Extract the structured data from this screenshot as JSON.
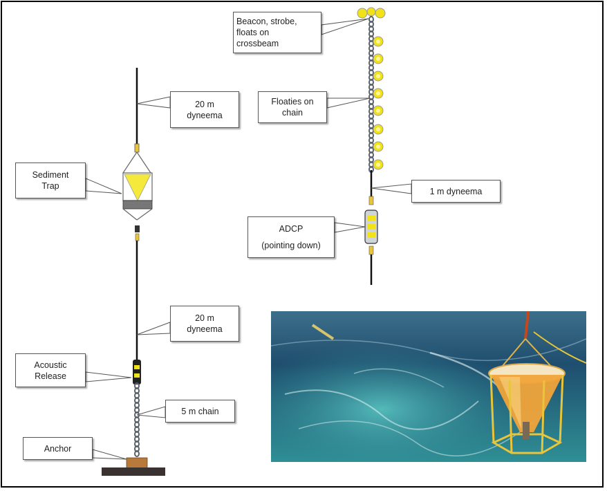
{
  "labels": {
    "beacon": "Beacon, strobe,\nfloats on\ncrossbeam",
    "floaties": "Floaties on\nchain",
    "one_m_dyneema": "1 m dyneema",
    "adcp_line1": "ADCP",
    "adcp_line2": "(pointing down)",
    "top_dyneema": "20 m\ndyneema",
    "sediment_trap": "Sediment\nTrap",
    "lower_dyneema": "20 m\ndyneema",
    "acoustic_release": "Acoustic\nRelease",
    "chain": "5 m chain",
    "anchor": "Anchor"
  },
  "colors": {
    "float_yellow": "#f2e21a",
    "chain_gray": "#5a6068",
    "line_black": "#111111",
    "anchor_brown": "#b87a3a",
    "anchor_base": "#3a3230",
    "sea_dark": "#1f4e6e",
    "sea_light": "#2f8f95"
  }
}
